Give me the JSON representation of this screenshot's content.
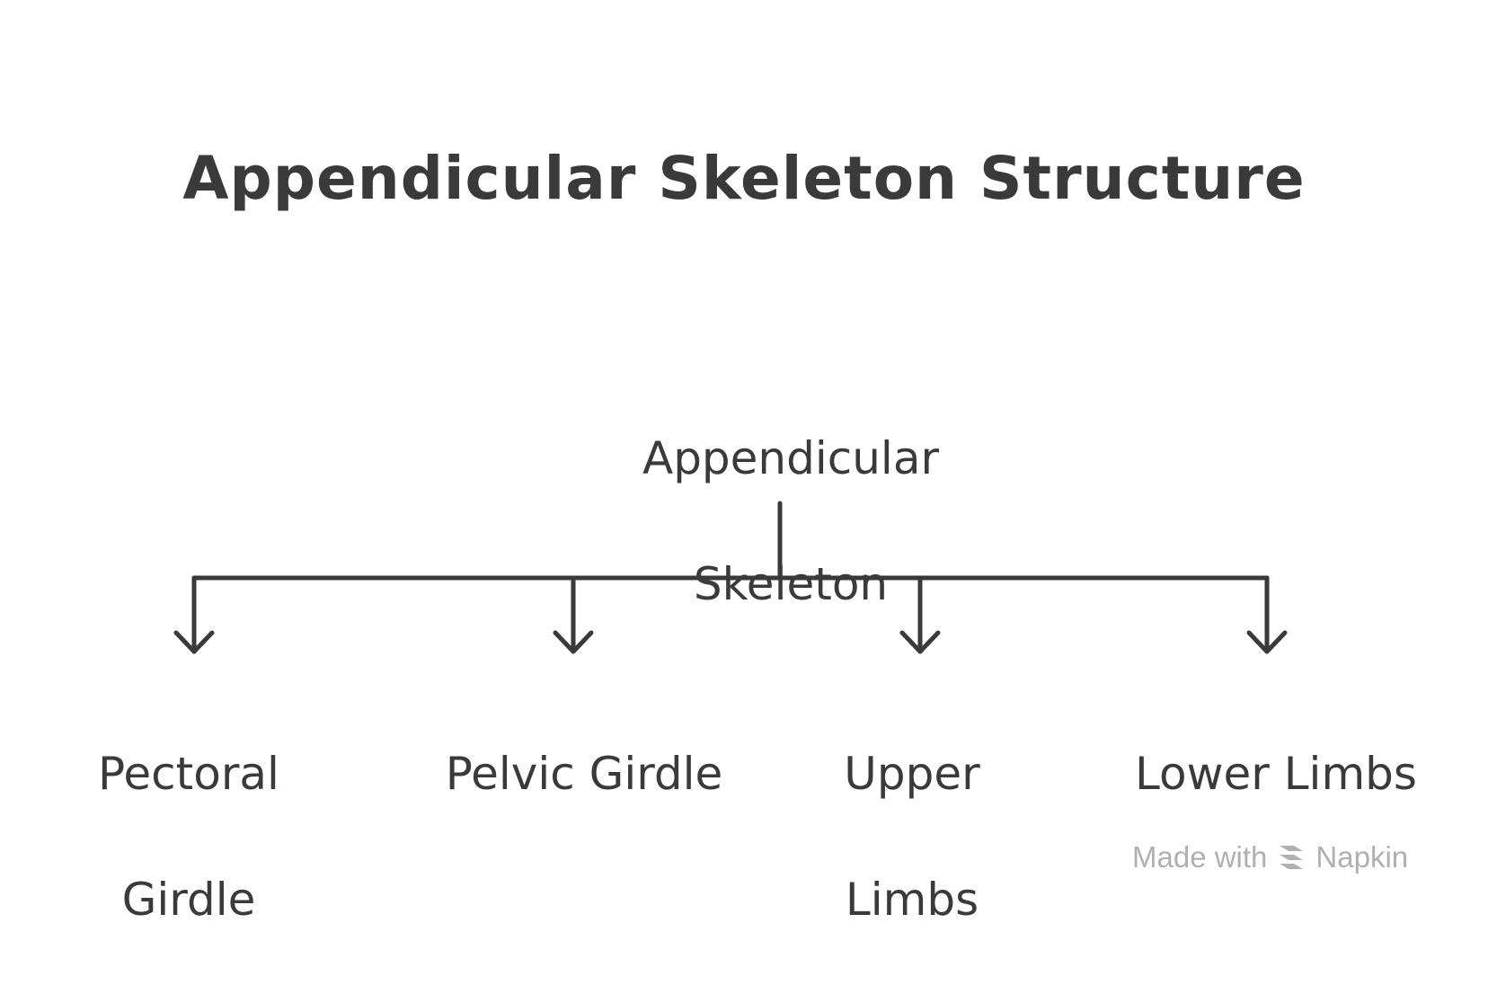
{
  "diagram": {
    "title": "Appendicular Skeleton Structure",
    "root": {
      "label_line1": "Appendicular",
      "label_line2": "Skeleton"
    },
    "children": [
      {
        "label_line1": "Pectoral",
        "label_line2": "Girdle"
      },
      {
        "label_line1": "Pelvic Girdle",
        "label_line2": ""
      },
      {
        "label_line1": "Upper",
        "label_line2": "Limbs"
      },
      {
        "label_line1": "Lower Limbs",
        "label_line2": ""
      }
    ],
    "colors": {
      "text": "#3a3a3a",
      "line": "#3a3a3a",
      "watermark": "#b0b0b0"
    }
  },
  "watermark": {
    "made_with": "Made with",
    "brand": "Napkin",
    "icon": "napkin-logo-icon"
  }
}
